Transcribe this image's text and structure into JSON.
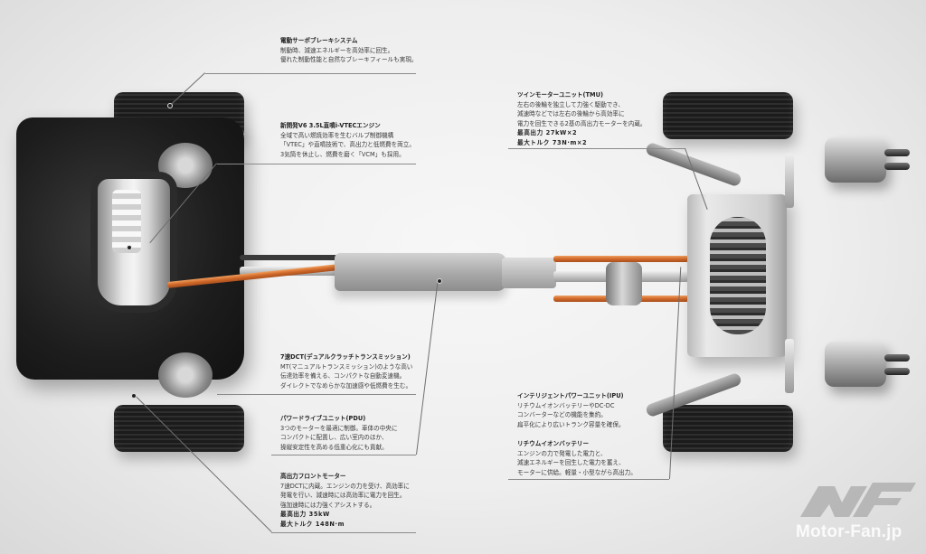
{
  "diagram": {
    "subject": "Hybrid AWD powertrain chassis layout (top view)",
    "annotations": [
      {
        "id": "brake",
        "title": "電動サーボブレーキシステム",
        "lines": [
          "制動時、減速エネルギーを高効率に回生。",
          "優れた制動性能と自然なブレーキフィールも実現。"
        ],
        "specs": []
      },
      {
        "id": "engine",
        "title": "新開発V6 3.5L直噴i-VTECエンジン",
        "lines": [
          "全域で高い燃焼効率を生むバルブ制御機構",
          "「VTEC」や直噴技術で、高出力と低燃費を両立。",
          "3気筒を休止し、燃費を磨く「VCM」も採用。"
        ],
        "specs": []
      },
      {
        "id": "tmu",
        "title": "ツインモーターユニット(TMU)",
        "lines": [
          "左右の後輪を独立して力強く駆動でき、",
          "減速時などでは左右の後輪から高効率に",
          "電力を回生できる2基の高出力モーターを内蔵。"
        ],
        "specs": [
          "最高出力 27kW×2",
          "最大トルク 73N·m×2"
        ]
      },
      {
        "id": "dct",
        "title": "7速DCT(デュアルクラッチトランスミッション)",
        "lines": [
          "MT(マニュアルトランスミッション)のような高い",
          "伝達効率を備える、コンパクトな自動変速機。",
          "ダイレクトでなめらかな加速感や低燃費を生む。"
        ],
        "specs": []
      },
      {
        "id": "pdu",
        "title": "パワードライブユニット(PDU)",
        "lines": [
          "3つのモーターを最適に制御。車体の中央に",
          "コンパクトに配置し、広い室内のほか、",
          "操縦安定性を高める低重心化にも貢献。"
        ],
        "specs": []
      },
      {
        "id": "front_motor",
        "title": "高出力フロントモーター",
        "lines": [
          "7速DCTに内蔵。エンジンの力を受け、高効率に",
          "発電を行い、減速時には高効率に電力を回生。",
          "強加速時には力強くアシストする。"
        ],
        "specs": [
          "最高出力 35kW",
          "最大トルク 148N·m"
        ]
      },
      {
        "id": "ipu",
        "title": "インテリジェントパワーユニット(IPU)",
        "lines": [
          "リチウムイオンバッテリーやDC-DC",
          "コンバーターなどの機能を集約。",
          "扁平化により広いトランク容量を確保。"
        ],
        "specs": []
      },
      {
        "id": "battery",
        "title": "リチウムイオンバッテリー",
        "lines": [
          "エンジンの力で発電した電力と、",
          "減速エネルギーを回生した電力を蓄え、",
          "モーターに供給。軽量・小型ながら高出力。"
        ],
        "specs": []
      }
    ],
    "colors": {
      "background": "#eeeeee",
      "text": "#3a3a3a",
      "hv_cable": "#d0692a",
      "tire": "#1b1b1b"
    }
  },
  "watermark": {
    "logo_icon": "mf-logo-icon",
    "text": "Motor-Fan.jp"
  }
}
